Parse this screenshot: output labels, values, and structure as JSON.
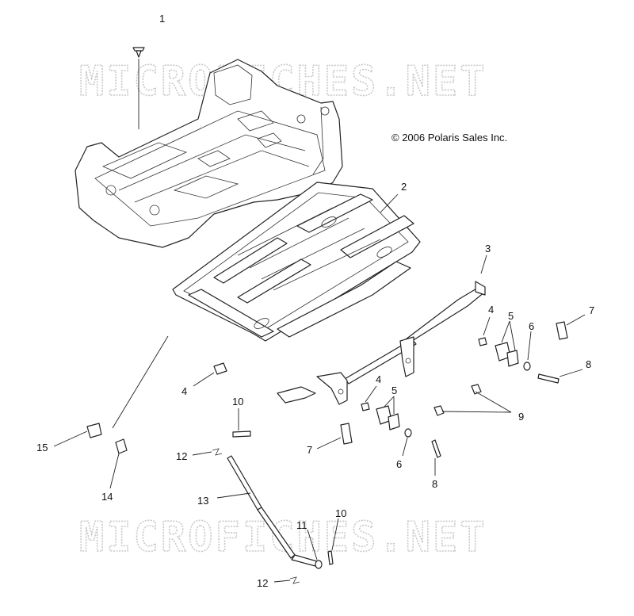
{
  "watermark": "MICROFICHES.NET",
  "copyright": "© 2006 Polaris Sales Inc.",
  "callouts": {
    "c1": "1",
    "c2": "2",
    "c3": "3",
    "c4a": "4",
    "c4b": "4",
    "c4c": "4",
    "c5a": "5",
    "c5b": "5",
    "c6a": "6",
    "c6b": "6",
    "c7a": "7",
    "c7b": "7",
    "c8a": "8",
    "c8b": "8",
    "c9": "9",
    "c10a": "10",
    "c10b": "10",
    "c11": "11",
    "c12a": "12",
    "c12b": "12",
    "c13": "13",
    "c14": "14",
    "c15": "15"
  }
}
